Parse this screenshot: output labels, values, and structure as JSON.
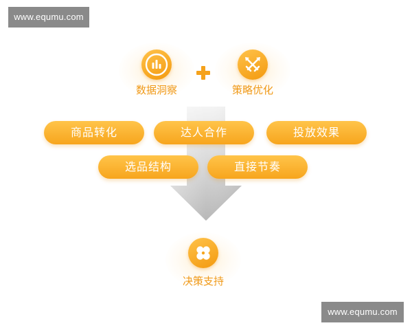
{
  "watermark": {
    "top_text": "www.equmu.com",
    "bottom_text": "www.equmu.com"
  },
  "inputs": [
    {
      "label": "数据洞察",
      "icon": "bar-chart-icon"
    },
    {
      "label": "策略优化",
      "icon": "crossed-swords-icon"
    }
  ],
  "operator_icon": "plus-icon",
  "flow_icon": "down-arrow-icon",
  "factors": [
    {
      "label": "商品转化"
    },
    {
      "label": "达人合作"
    },
    {
      "label": "投放效果"
    },
    {
      "label": "选品结构"
    },
    {
      "label": "直接节奏"
    }
  ],
  "result": {
    "label": "决策支持",
    "icon": "four-leaf-clover-icon"
  },
  "colors": {
    "accent": "#f5a21b",
    "label_text": "#f09a1a",
    "pill_text": "#ffffff",
    "watermark_bg": "#8a8a8a"
  }
}
